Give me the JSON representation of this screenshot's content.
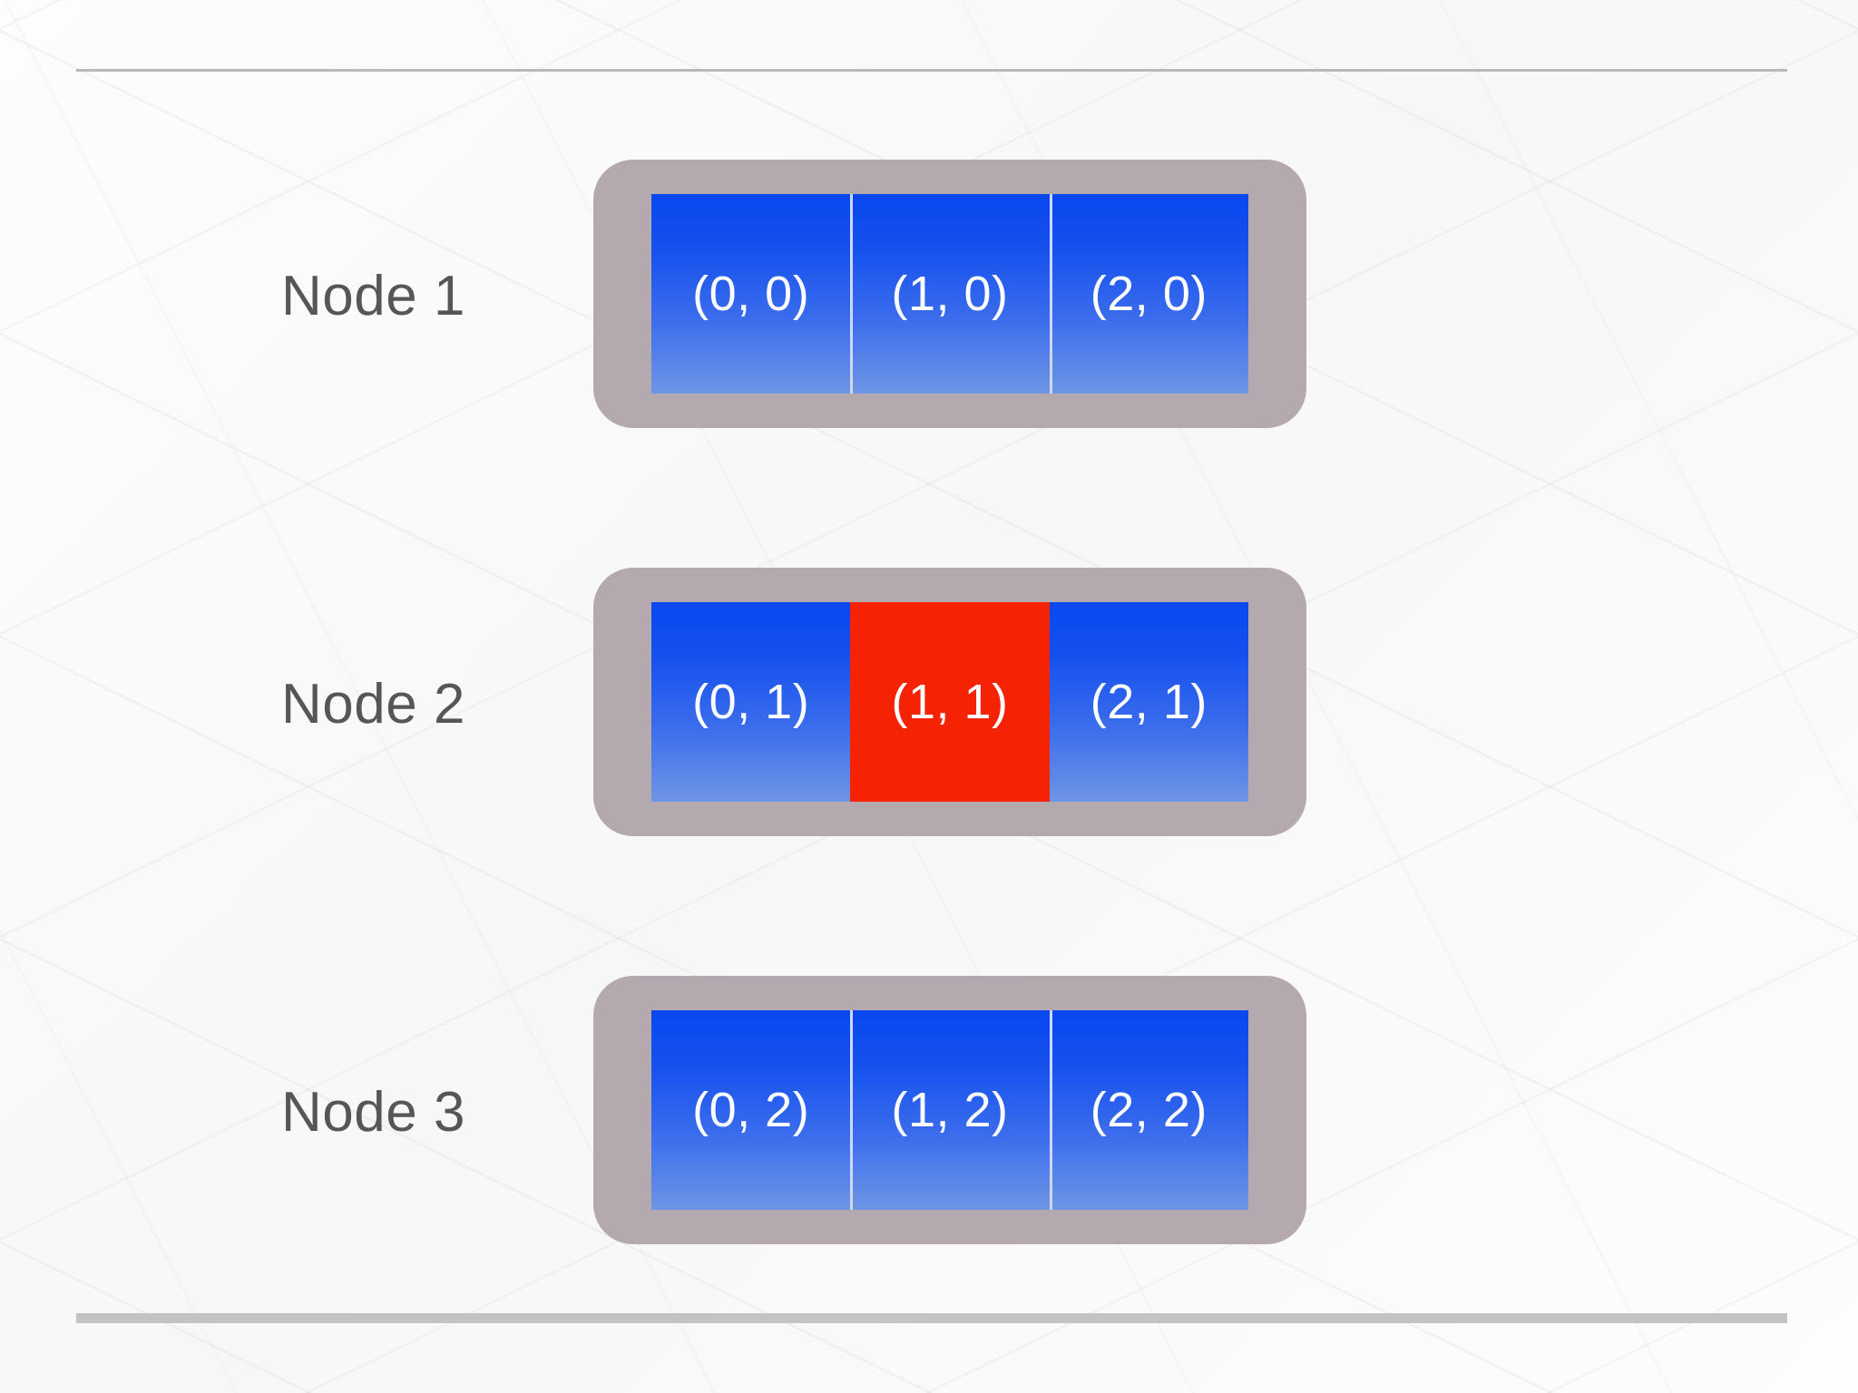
{
  "slide": {
    "background_color": "#fcfcfc",
    "texture": "diagonal-lattice",
    "top_rule_color": "#b9b9b9",
    "bottom_rule_color": "#c3c3c3"
  },
  "palette": {
    "tray": "#b4a9ae",
    "cell_blue_top": "#0a47ef",
    "cell_blue_bottom": "#6e95e6",
    "cell_red": "#f62204",
    "cell_text": "#ffffff",
    "node_label_text": "#565656",
    "divider": "#cfd8f2"
  },
  "diagram": {
    "type": "grid-distribution",
    "rows": [
      {
        "label": "Node 1",
        "cells": [
          {
            "text": "(0, 0)",
            "color": "blue",
            "divider_left": false
          },
          {
            "text": "(1, 0)",
            "color": "blue",
            "divider_left": true
          },
          {
            "text": "(2, 0)",
            "color": "blue",
            "divider_left": true
          }
        ]
      },
      {
        "label": "Node 2",
        "cells": [
          {
            "text": "(0, 1)",
            "color": "blue",
            "divider_left": false
          },
          {
            "text": "(1, 1)",
            "color": "red",
            "divider_left": false
          },
          {
            "text": "(2, 1)",
            "color": "blue",
            "divider_left": false
          }
        ]
      },
      {
        "label": "Node 3",
        "cells": [
          {
            "text": "(0, 2)",
            "color": "blue",
            "divider_left": false
          },
          {
            "text": "(1, 2)",
            "color": "blue",
            "divider_left": true
          },
          {
            "text": "(2, 2)",
            "color": "blue",
            "divider_left": true
          }
        ]
      }
    ]
  }
}
